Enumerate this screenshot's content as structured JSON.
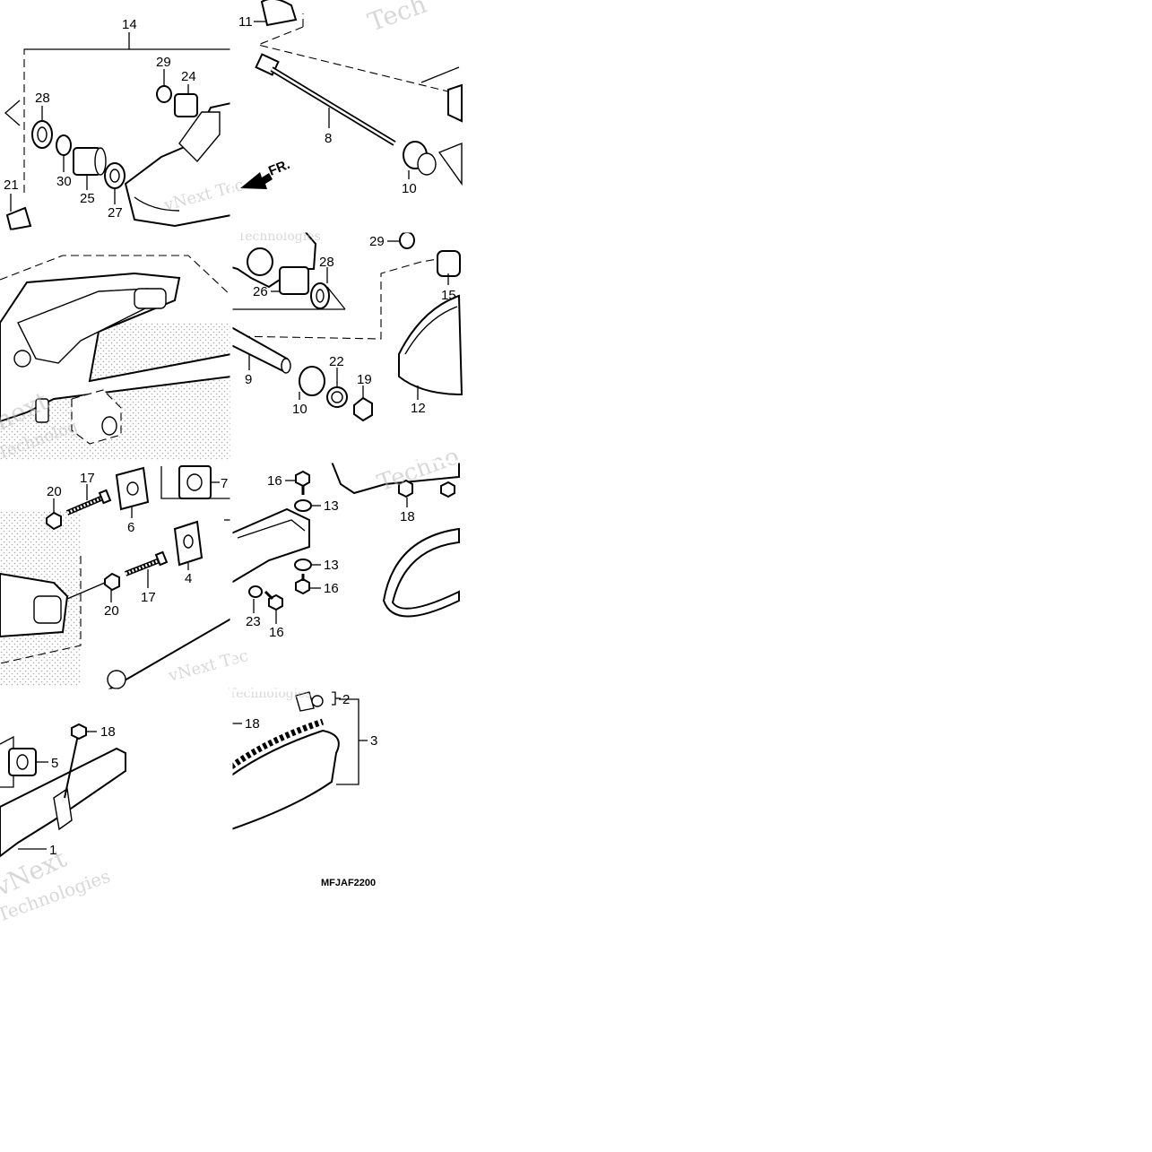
{
  "diagram_code": "MFJAF2200",
  "direction_label": "FR.",
  "watermark": {
    "word1": "vNext",
    "word2": "Technologies",
    "word3": "Technologies",
    "word4": "Tech",
    "word5": "vNext Tec",
    "word6": "vNext Tec",
    "word7": "Technolog",
    "word8": "Techno",
    "word9": "Technologies",
    "word10": "next"
  },
  "callouts": {
    "c14": "14",
    "c29a": "29",
    "c24": "24",
    "c28a": "28",
    "c30": "30",
    "c25": "25",
    "c27": "27",
    "c21": "21",
    "c11": "11",
    "c8": "8",
    "c10a": "10",
    "c29b": "29",
    "c28b": "28",
    "c26": "26",
    "c15": "15",
    "c9": "9",
    "c10b": "10",
    "c22": "22",
    "c19": "19",
    "c12": "12",
    "c20a": "20",
    "c17a": "17",
    "c6": "6",
    "c7": "7",
    "c4": "4",
    "c17b": "17",
    "c20b": "20",
    "c16a": "16",
    "c13a": "13",
    "c18a": "18",
    "c13b": "13",
    "c16b": "16",
    "c23": "23",
    "c16c": "16",
    "c18b": "18",
    "c5": "5",
    "c1": "1",
    "c2": "2",
    "c3": "3",
    "c18c": "18"
  }
}
